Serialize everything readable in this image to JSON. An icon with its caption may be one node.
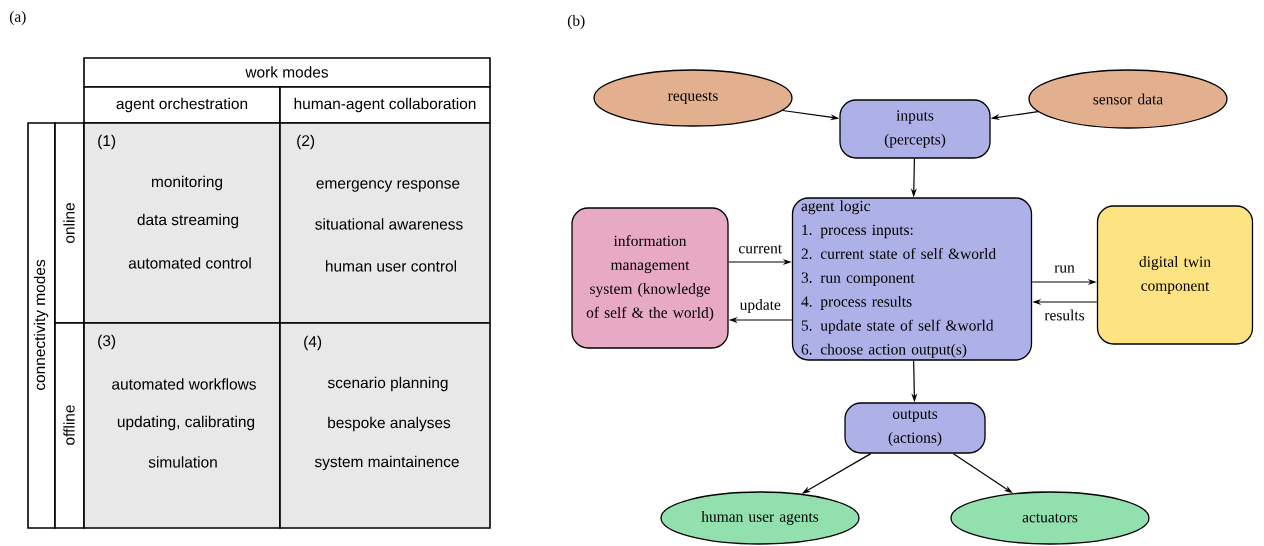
{
  "diagram": {
    "nodes": [
      {
        "text": [
          "requests"
        ]
      },
      {
        "text": [
          "inputs",
          "(percepts)"
        ]
      },
      {
        "text": [
          "sensor data"
        ]
      },
      {
        "text": [
          "information management system (knowledge of self & the world)"
        ]
      },
      {
        "text": [
          "agent logic",
          "1. process inputs:",
          "2. current state of self &world",
          "3. run component",
          "4. process results",
          "5. update state of self &world",
          "6. choose action output(s)"
        ]
      },
      {
        "text": [
          "digital twin component"
        ]
      },
      {
        "text": [
          "outputs",
          "(actions)"
        ]
      },
      {
        "text": [
          "human user agents"
        ]
      },
      {
        "text": [
          "actuators"
        ]
      }
    ],
    "edges": [
      {
        "from": 0,
        "to": 1,
        "arrow": "to"
      },
      {
        "from": 2,
        "to": 1,
        "arrow": "to"
      },
      {
        "from": 1,
        "to": 4,
        "arrow": "to"
      },
      {
        "from": 3,
        "to": 4,
        "arrow": "to",
        "label": "current"
      },
      {
        "from": 4,
        "to": 3,
        "arrow": "to",
        "label": "update"
      },
      {
        "from": 4,
        "to": 5,
        "arrow": "to",
        "label": "run"
      },
      {
        "from": 5,
        "to": 4,
        "arrow": "to",
        "label": "results"
      },
      {
        "from": 4,
        "to": 6,
        "arrow": "to"
      },
      {
        "from": 6,
        "to": 7,
        "arrow": "to"
      },
      {
        "from": 6,
        "to": 8,
        "arrow": "to"
      }
    ],
    "labels": [
      "(a)",
      "(b)",
      "work modes",
      "agent orchestration",
      "human-agent collaboration",
      "connectivity modes",
      "online",
      "(1)",
      "monitoring",
      "data streaming",
      "automated control",
      "(2)",
      "emergency response",
      "situational awareness",
      "human user control",
      "offline",
      "(3)",
      "automated workflows",
      "updating, calibrating",
      "simulation",
      "(4)",
      "scenario planning",
      "bespoke analyses",
      "system maintainence"
    ]
  }
}
